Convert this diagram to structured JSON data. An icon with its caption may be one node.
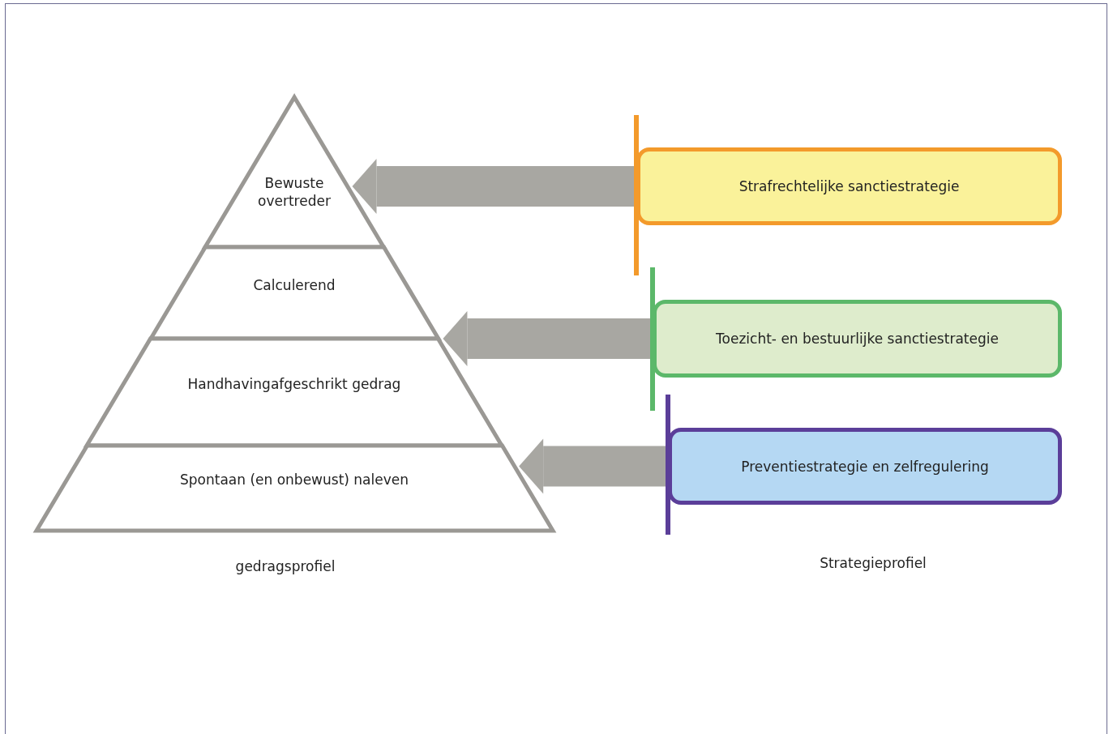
{
  "diagram": {
    "nodes": [
      {
        "text": [
          "Bewuste overtreder"
        ]
      },
      {
        "text": [
          "Calculerend"
        ]
      },
      {
        "text": [
          "Handhavingafgeschrikt gedrag"
        ]
      },
      {
        "text": [
          "Spontaan (en onbewust) naleven"
        ]
      },
      {
        "text": [
          "Strafrechtelijke sanctiestrategie"
        ]
      },
      {
        "text": [
          "Toezicht- en bestuurlijke sanctiestrategie"
        ]
      },
      {
        "text": [
          "Preventiestrategie en zelfregulering"
        ]
      }
    ],
    "edges": [
      {
        "from": 4,
        "to": 0,
        "arrow": "to"
      },
      {
        "from": 5,
        "to": 1,
        "arrow": "to"
      },
      {
        "from": 6,
        "to": 3,
        "arrow": "to"
      }
    ],
    "labels": [
      "gedragsprofiel",
      "Strategieprofiel"
    ]
  }
}
